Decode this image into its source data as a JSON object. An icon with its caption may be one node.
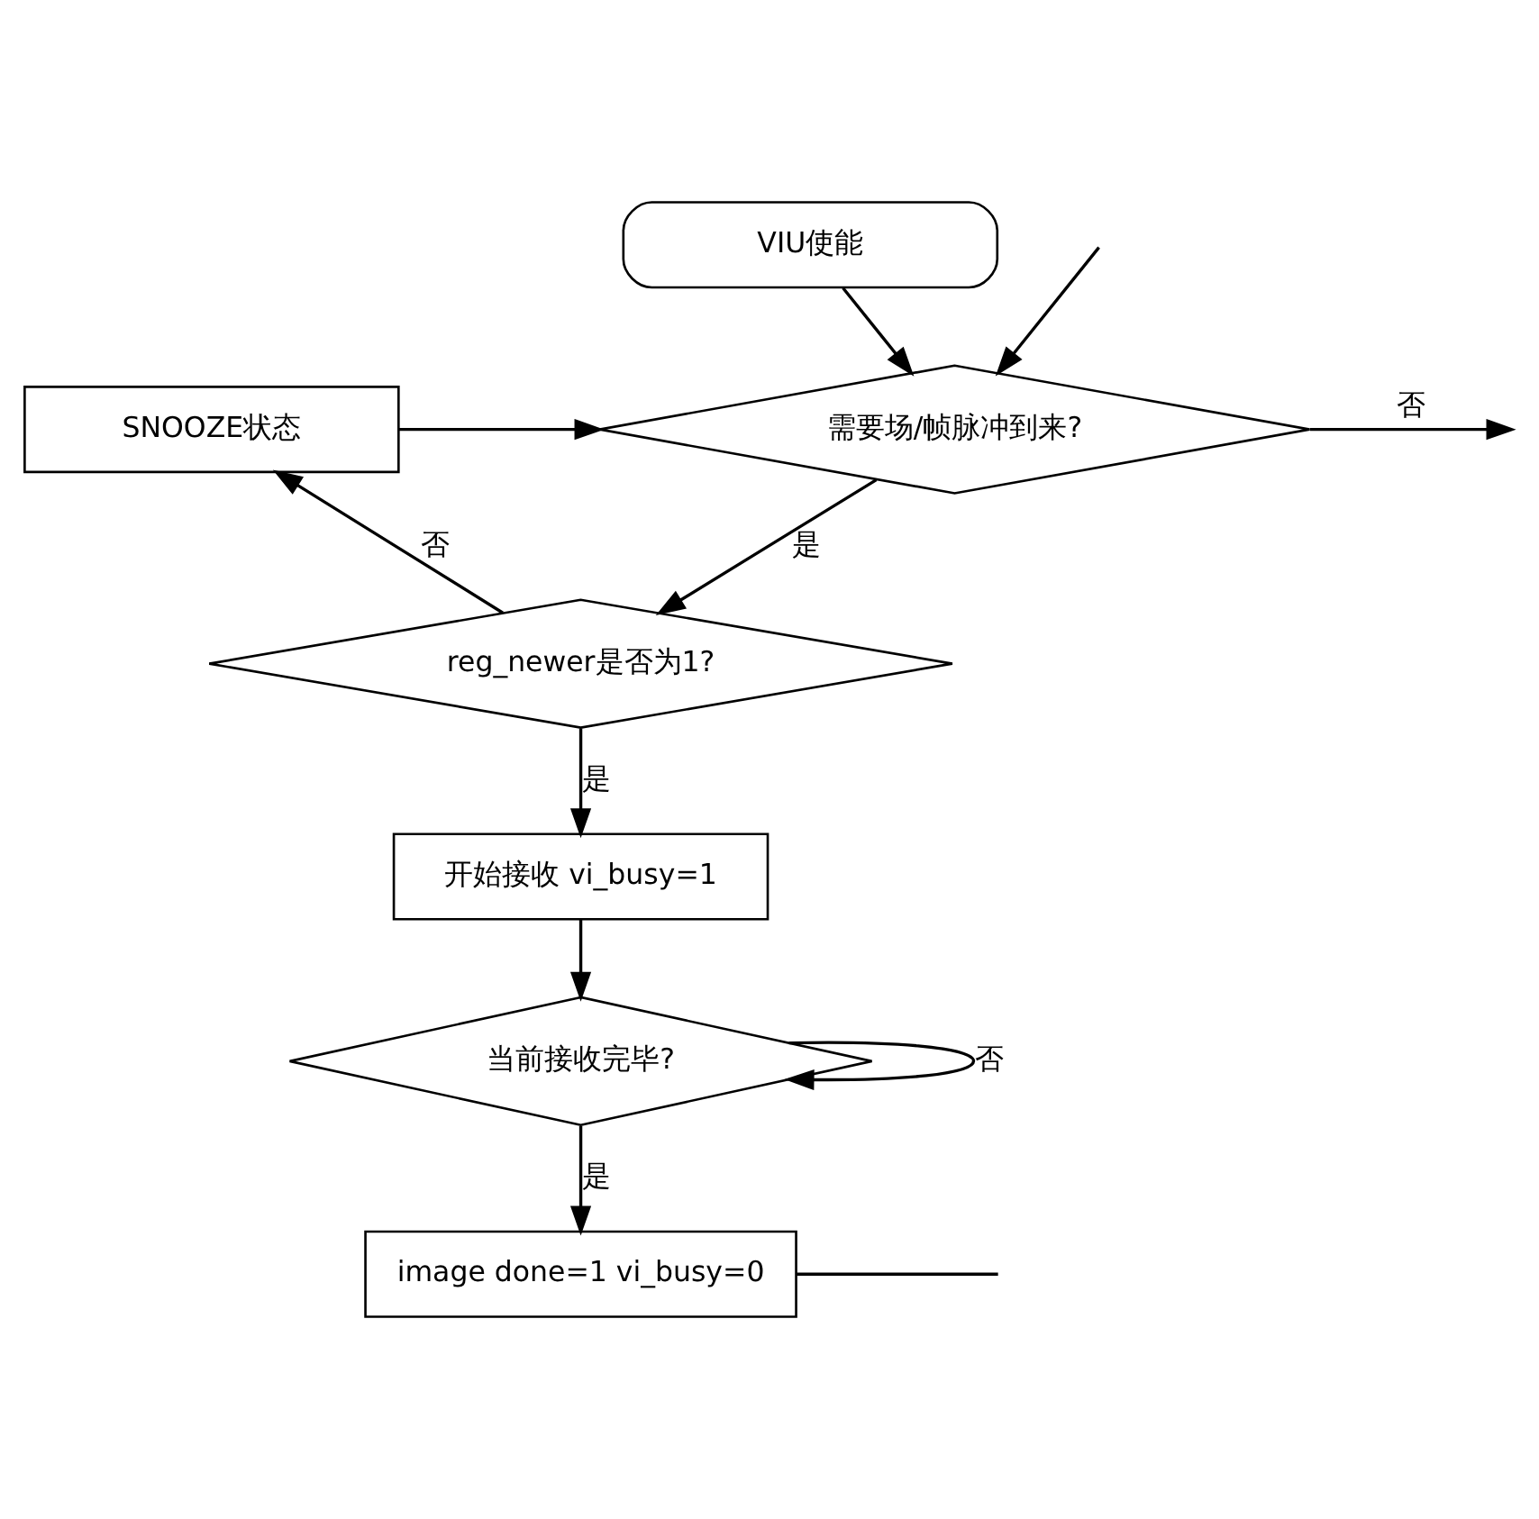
{
  "diagram": {
    "nodes": [
      {
        "text": [
          "VIU使能"
        ]
      },
      {
        "text": [
          "需要场/帧脉冲到来?"
        ]
      },
      {
        "text": [
          "SNOOZE状态"
        ]
      },
      {
        "text": [
          "reg_newer是否为1?"
        ]
      },
      {
        "text": [
          "开始接收 vi_busy=1"
        ]
      },
      {
        "text": [
          "当前接收完毕?"
        ]
      },
      {
        "text": [
          "image done=1 vi_busy=0"
        ]
      }
    ],
    "edges": [
      {
        "from": 0,
        "to": 1,
        "arrow": "to"
      },
      {
        "from": 2,
        "to": 1,
        "arrow": "to"
      },
      {
        "from": 1,
        "to": null,
        "arrow": "to",
        "label": "否"
      },
      {
        "from": null,
        "to": 1,
        "arrow": "to"
      },
      {
        "from": 1,
        "to": 3,
        "arrow": "to",
        "label": "是"
      },
      {
        "from": 3,
        "to": 2,
        "arrow": "to",
        "label": "否"
      },
      {
        "from": 3,
        "to": 4,
        "arrow": "to",
        "label": "是"
      },
      {
        "from": 4,
        "to": 5,
        "arrow": "to"
      },
      {
        "from": 5,
        "to": 5,
        "arrow": "to",
        "label": "否"
      },
      {
        "from": 5,
        "to": 6,
        "arrow": "to",
        "label": "是"
      },
      {
        "from": 6,
        "to": null,
        "arrow": "none"
      }
    ]
  }
}
